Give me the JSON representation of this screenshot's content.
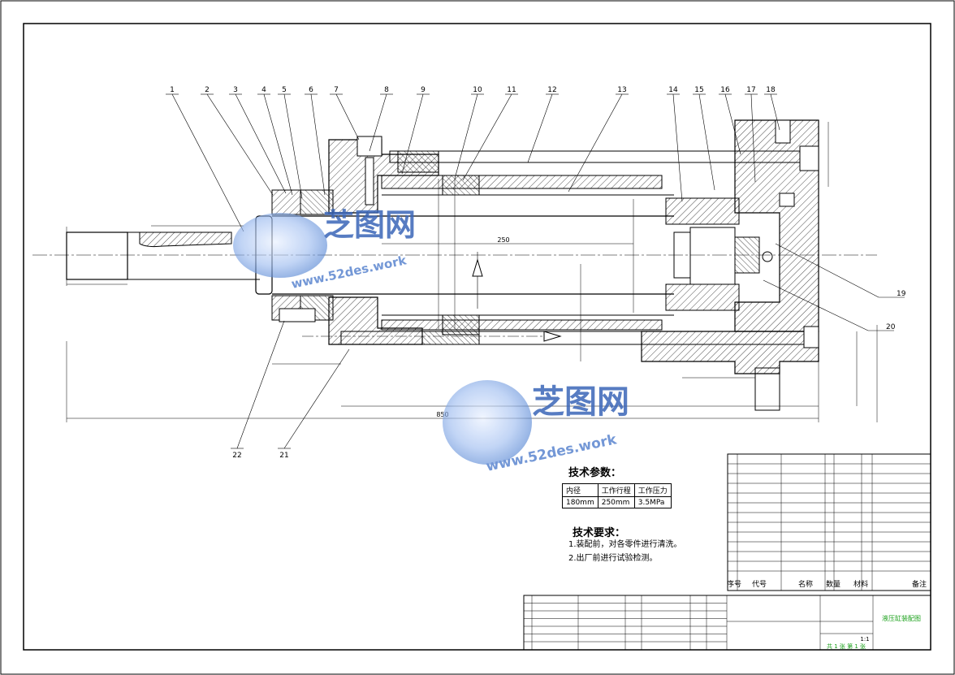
{
  "balloons": [
    "1",
    "2",
    "3",
    "4",
    "5",
    "6",
    "7",
    "8",
    "9",
    "10",
    "11",
    "12",
    "13",
    "14",
    "15",
    "16",
    "17",
    "18",
    "19",
    "20",
    "21",
    "22"
  ],
  "watermark": {
    "brand": "芝图网",
    "url": "www.52des.work"
  },
  "tech_params": {
    "title": "技术参数：",
    "headers": [
      "内径",
      "工作行程",
      "工作压力"
    ],
    "values": [
      "180mm",
      "250mm",
      "3.5MPa"
    ]
  },
  "tech_requirements": {
    "title": "技术要求：",
    "items": [
      "1.装配前，对各零件进行清洗。",
      "2.出厂前进行试验检测。"
    ]
  },
  "dimensions": {
    "stroke": "250",
    "overall": "850"
  },
  "parts_header": [
    "序号",
    "代号",
    "名称",
    "数量",
    "材料",
    "备注"
  ],
  "title_block": {
    "drawing_name": "液压缸装配图",
    "scale": "1:1",
    "sheet": "共 1 张  第 1 张"
  },
  "colors": {
    "line": "#000000",
    "watermark": "#3a66b8",
    "watermark_light": "#8fb1e6",
    "green": "#1aa01a"
  }
}
